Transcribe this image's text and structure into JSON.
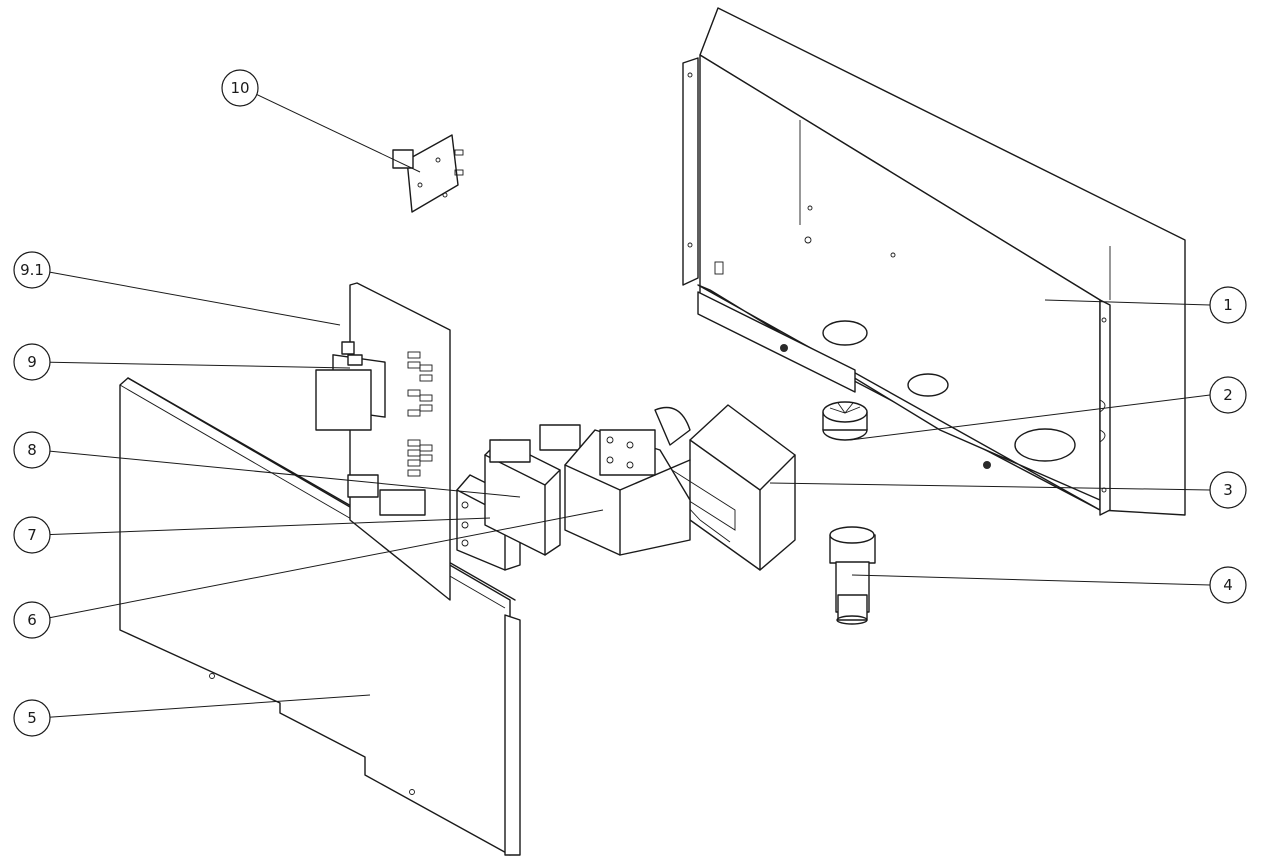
{
  "callouts": [
    {
      "id": "1",
      "label": "1"
    },
    {
      "id": "2",
      "label": "2"
    },
    {
      "id": "3",
      "label": "3"
    },
    {
      "id": "4",
      "label": "4"
    },
    {
      "id": "5",
      "label": "5"
    },
    {
      "id": "6",
      "label": "6"
    },
    {
      "id": "7",
      "label": "7"
    },
    {
      "id": "8",
      "label": "8"
    },
    {
      "id": "9",
      "label": "9"
    },
    {
      "id": "9_1",
      "label": "9.1"
    },
    {
      "id": "10",
      "label": "10"
    }
  ],
  "colors": {
    "line": "#1a1a1a",
    "background": "#ffffff"
  }
}
